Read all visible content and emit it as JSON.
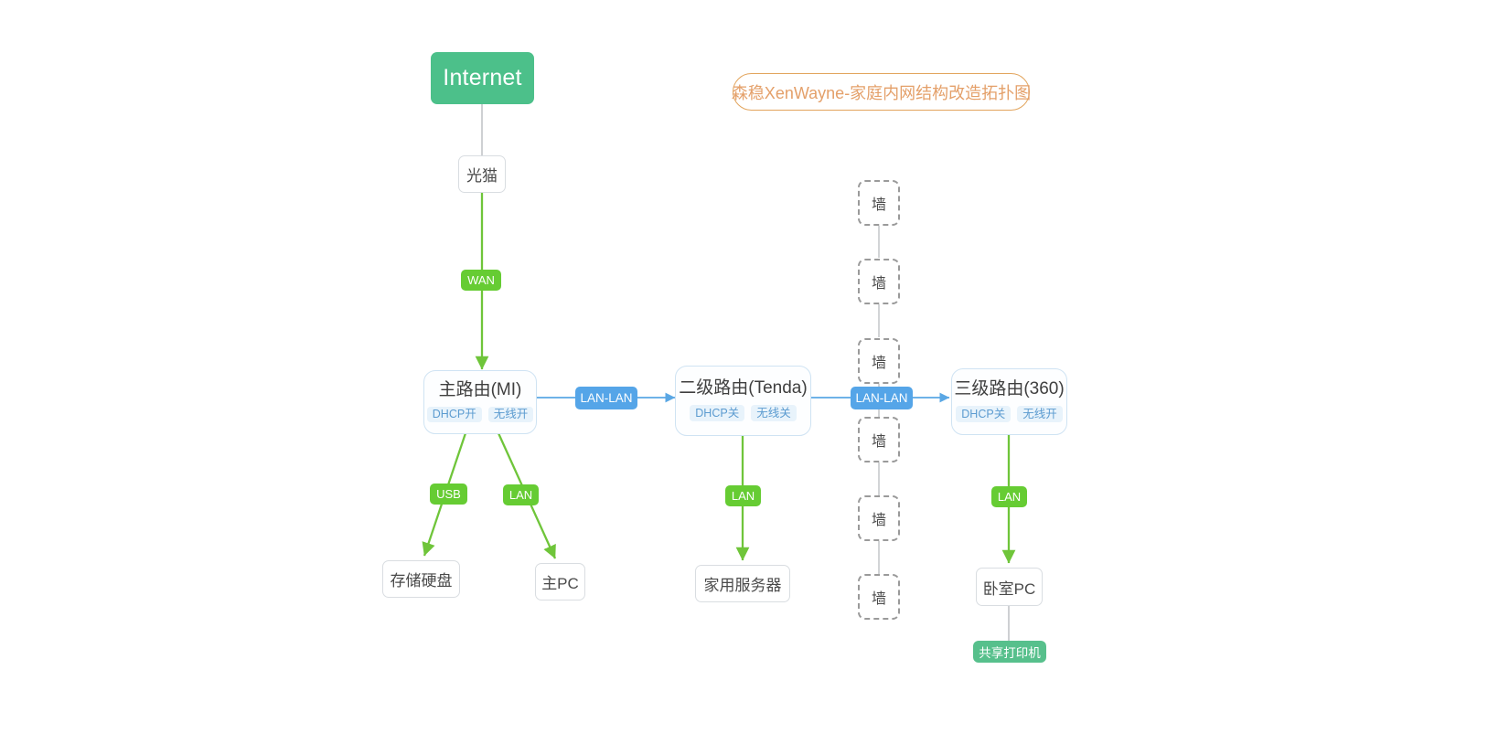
{
  "diagram": {
    "title": "森稳XenWayne-家庭内网结构改造拓扑图",
    "background_color": "#ffffff",
    "colors": {
      "internet_green": "#4cc08a",
      "edge_green": "#66cc33",
      "edge_blue": "#55a5e8",
      "wall_gray": "#9a9a9a",
      "badge_blue_bg": "#e8f3fb",
      "badge_blue_text": "#5b9bd0",
      "title_orange": "#e2a45c",
      "printer_green": "#57c08c"
    }
  },
  "nodes": {
    "internet": {
      "label": "Internet"
    },
    "modem": {
      "label": "光猫"
    },
    "router_main": {
      "label": "主路由(MI)",
      "badges": [
        "DHCP开",
        "无线开"
      ]
    },
    "router_second": {
      "label": "二级路由(Tenda)",
      "badges": [
        "DHCP关",
        "无线关"
      ]
    },
    "router_third": {
      "label": "三级路由(360)",
      "badges": [
        "DHCP关",
        "无线开"
      ]
    },
    "storage_disk": {
      "label": "存储硬盘"
    },
    "main_pc": {
      "label": "主PC"
    },
    "home_server": {
      "label": "家用服务器"
    },
    "bedroom_pc": {
      "label": "卧室PC"
    },
    "shared_printer": {
      "label": "共享打印机"
    },
    "walls": [
      {
        "label": "墙"
      },
      {
        "label": "墙"
      },
      {
        "label": "墙"
      },
      {
        "label": "墙"
      },
      {
        "label": "墙"
      },
      {
        "label": "墙"
      }
    ]
  },
  "edge_labels": {
    "wan": "WAN",
    "usb": "USB",
    "lan_main_pc": "LAN",
    "lan_server": "LAN",
    "lan_bedroom": "LAN",
    "lan_lan_1": "LAN-LAN",
    "lan_lan_2": "LAN-LAN"
  }
}
